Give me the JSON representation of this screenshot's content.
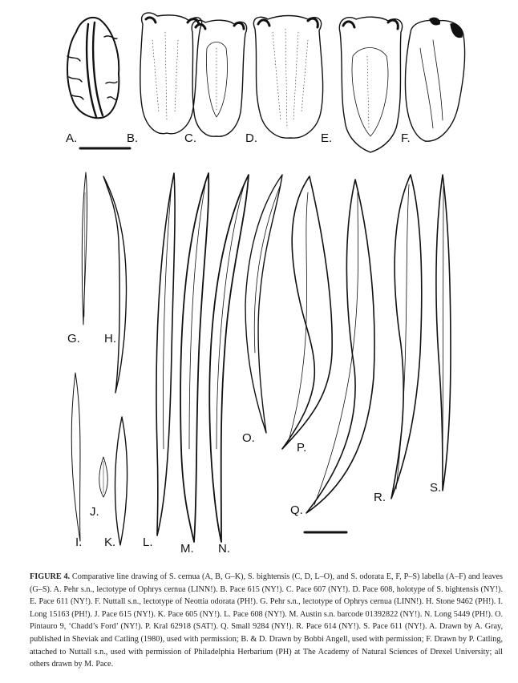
{
  "figure": {
    "panel_labels": [
      "A.",
      "B.",
      "C.",
      "D.",
      "E.",
      "F.",
      "G.",
      "H.",
      "I.",
      "J.",
      "K.",
      "L.",
      "M.",
      "N.",
      "O.",
      "P.",
      "Q.",
      "R.",
      "S."
    ]
  },
  "caption": {
    "label": "FIGURE 4.",
    "text": " Comparative line drawing of S. cernua (A, B, G–K), S. bightensis (C, D, L–O), and S. odorata E, F, P–S) labella (A–F) and leaves (G–S). A. Pehr s.n., lectotype of Ophrys cernua (LINN!). B. Pace 615 (NY!). C. Pace 607 (NY!). D. Pace 608, holotype of S. bightensis (NY!). E. Pace 611 (NY!). F. Nuttall s.n., lectotype of Neottia odorata (PH!). G. Pehr s.n., lectotype of Ophrys cernua (LINN!). H. Stone 9462 (PH!). I. Long 15163 (PH!). J. Pace 615 (NY!). K. Pace 605 (NY!). L. Pace 608 (NY!). M. Austin s.n. barcode 01392822 (NY!). N. Long 5449 (PH!). O. Pintauro 9, ‘Chadd’s Ford’ (NY!). P. Kral 62918 (SAT!). Q. Small 9284 (NY!). R. Pace 614 (NY!). S. Pace 611 (NY!). A. Drawn by A. Gray, published in Sheviak and Catling (1980), used with permission; B. & D. Drawn by Bobbi Angell, used with permission; F. Drawn by P. Catling, attached to Nuttall s.n., used with permission of Philadelphia Herbarium (PH) at The Academy of Natural Sciences of Drexel University; all others drawn by M. Pace."
  }
}
